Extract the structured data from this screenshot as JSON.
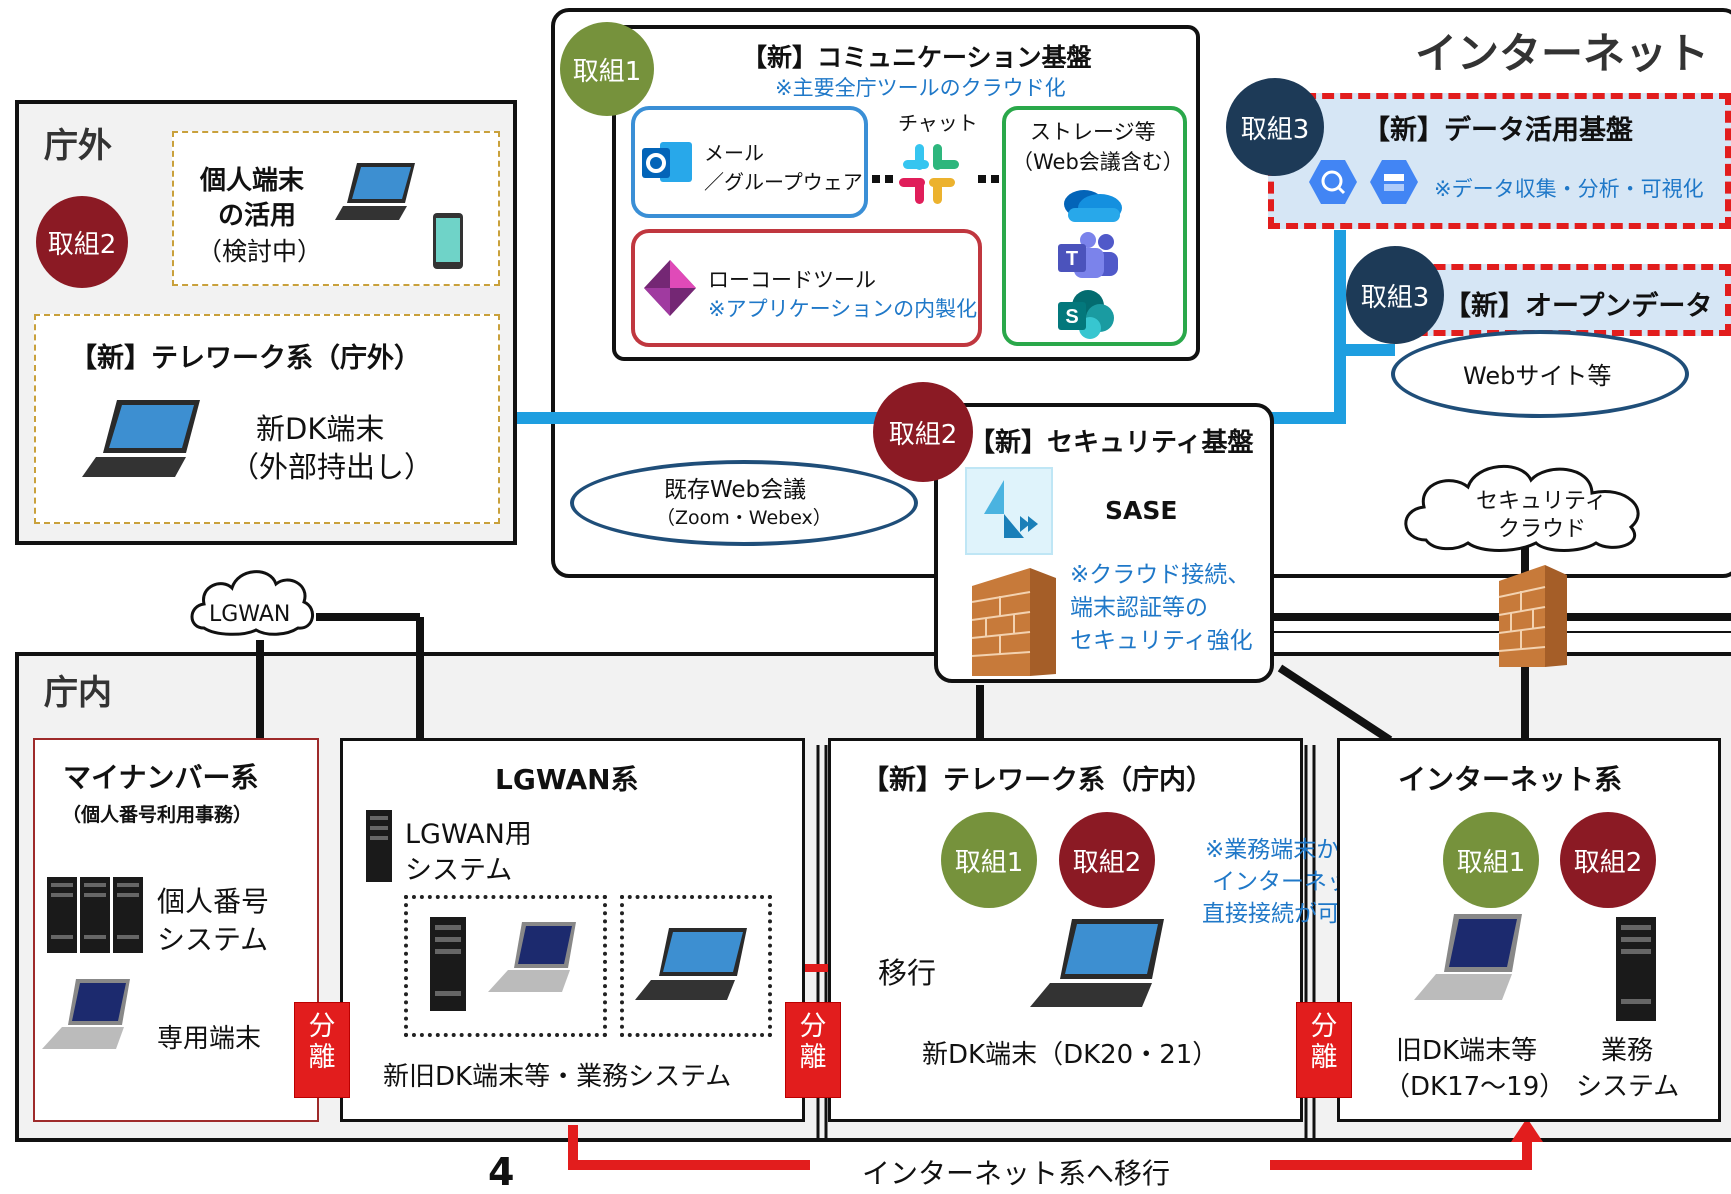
{
  "internet_area": {
    "title": "インターネット"
  },
  "outside_area": {
    "title": "庁外",
    "badge": "取組2",
    "personal": {
      "title_line1": "個人端末",
      "title_line2": "の活用",
      "status": "（検討中）"
    },
    "telework": {
      "title": "【新】テレワーク系（庁外）",
      "device_line1": "新DK端末",
      "device_line2": "（外部持出し）"
    }
  },
  "comm_platform": {
    "badge": "取組1",
    "title": "【新】コミュニケーション基盤",
    "subtitle": "※主要全庁ツールのクラウド化",
    "mail": {
      "line1": "メール",
      "line2": "／グループウェア"
    },
    "chat": "チャット",
    "storage": {
      "line1": "ストレージ等",
      "line2": "（Web会議含む）"
    },
    "lowcode": {
      "line1": "ローコードツール",
      "line2": "※アプリケーションの内製化"
    }
  },
  "data_platform": {
    "badge": "取組3",
    "title": "【新】データ活用基盤",
    "note": "※データ収集・分析・可視化"
  },
  "open_data": {
    "badge": "取組3",
    "title": "【新】オープンデータ"
  },
  "website": "Webサイト等",
  "security_platform": {
    "badge": "取組2",
    "title": "【新】セキュリティ基盤",
    "sase": "SASE",
    "note_line1": "※クラウド接続、",
    "note_line2": "端末認証等の",
    "note_line3": "セキュリティ強化"
  },
  "existing_meeting": {
    "line1": "既存Web会議",
    "line2": "（Zoom・Webex）"
  },
  "security_cloud": {
    "line1": "セキュリティ",
    "line2": "クラウド"
  },
  "lgwan_cloud": "LGWAN",
  "inside_area": {
    "title": "庁内",
    "mynumber": {
      "title": "マイナンバー系",
      "subtitle": "（個人番号利用事務）",
      "system_line1": "個人番号",
      "system_line2": "システム",
      "terminal": "専用端末"
    },
    "lgwan": {
      "title": "LGWAN系",
      "system_line1": "LGWAN用",
      "system_line2": "システム",
      "caption": "新旧DK端末等・業務システム"
    },
    "telework": {
      "title": "【新】テレワーク系（庁内）",
      "badge1": "取組1",
      "badge2": "取組2",
      "migrate": "移行",
      "device": "新DK端末（DK20・21）",
      "note_line1": "※業務端末からの",
      "note_line2": "インターネットへの",
      "note_line3": "直接接続が可能に"
    },
    "internet": {
      "title": "インターネット系",
      "badge1": "取組1",
      "badge2": "取組2",
      "old_line1": "旧DK端末等",
      "old_line2": "（DK17～19）",
      "biz_line1": "業務",
      "biz_line2": "システム"
    }
  },
  "separator": {
    "line1": "分",
    "line2": "離"
  },
  "bottom": {
    "page_number": "4",
    "migrate_label": "インターネット系へ移行"
  },
  "colors": {
    "olive": "#76923c",
    "maroon": "#8b1a24",
    "navy": "#1d3a57",
    "accent_blue": "#1f78c8",
    "line_blue": "#1e9ee0",
    "red": "#e21d1d"
  }
}
